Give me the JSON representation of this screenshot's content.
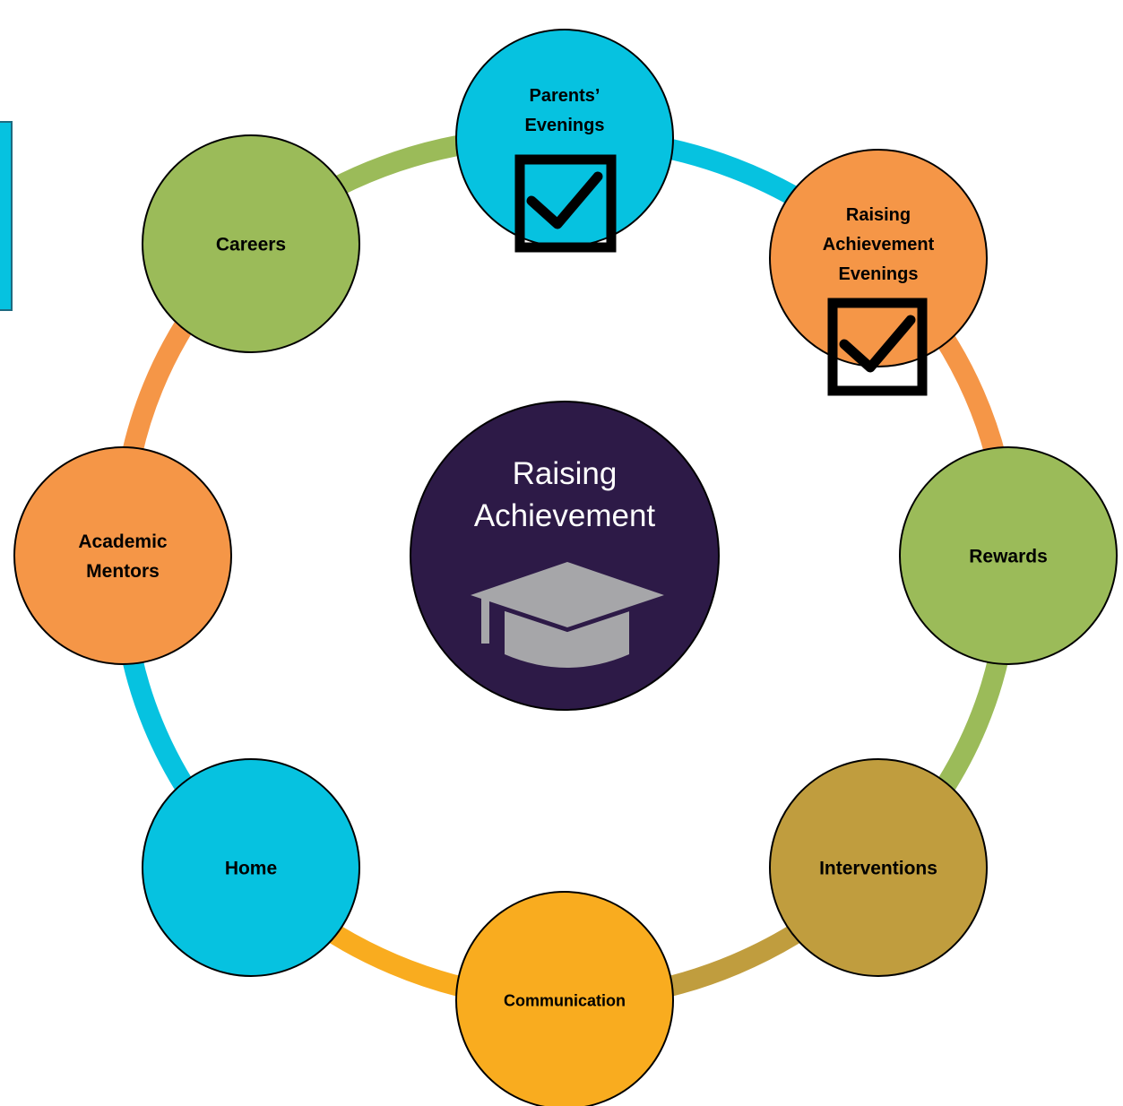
{
  "colors": {
    "cyan": "#06c2e0",
    "orange": "#f59647",
    "green": "#9bbb59",
    "olive": "#c09d3e",
    "amber": "#f9ac1f",
    "center": "#2d1a47",
    "cap": "#a6a6a9",
    "outline": "#000000"
  },
  "center": {
    "title_line1": "Raising",
    "title_line2": "Achievement",
    "icon": "graduation-cap-icon"
  },
  "nodes": [
    {
      "id": "parents-evenings",
      "lines": [
        "Parents’",
        "Evenings"
      ],
      "color": "cyan",
      "checked": true
    },
    {
      "id": "raising-achievement-evenings",
      "lines": [
        "Raising",
        "Achievement",
        "Evenings"
      ],
      "color": "orange",
      "checked": true
    },
    {
      "id": "rewards",
      "lines": [
        "Rewards"
      ],
      "color": "green",
      "checked": false
    },
    {
      "id": "interventions",
      "lines": [
        "Interventions"
      ],
      "color": "olive",
      "checked": false
    },
    {
      "id": "communication",
      "lines": [
        "Communication"
      ],
      "color": "amber",
      "checked": false
    },
    {
      "id": "home",
      "lines": [
        "Home"
      ],
      "color": "cyan",
      "checked": false
    },
    {
      "id": "academic-mentors",
      "lines": [
        "Academic",
        "Mentors"
      ],
      "color": "orange",
      "checked": false
    },
    {
      "id": "careers",
      "lines": [
        "Careers"
      ],
      "color": "green",
      "checked": false
    }
  ]
}
